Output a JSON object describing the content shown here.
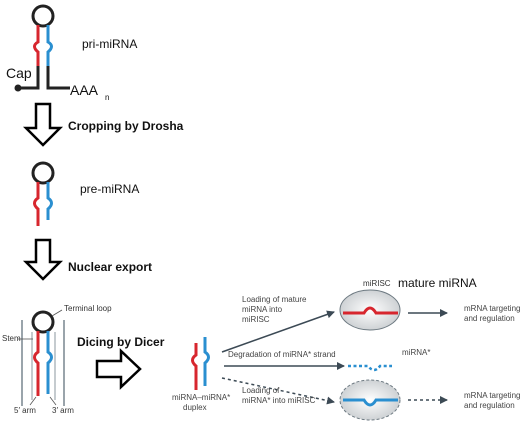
{
  "labels": {
    "pri_mirna": "pri-miRNA",
    "cap": "Cap",
    "poly_a": "AAA",
    "poly_a_sub": "n",
    "pre_mirna": "pre-miRNA",
    "terminal_loop": "Terminal loop",
    "stem": "Stem",
    "five_arm": "5′ arm",
    "three_arm": "3′ arm",
    "duplex_line1": "miRNA–miRNA*",
    "duplex_line2": "duplex",
    "mirisc": "miRISC",
    "mature_mirna": "mature miRNA",
    "mirna_star": "miRNA*"
  },
  "steps": {
    "cropping": "Cropping by Drosha",
    "export": "Nuclear export",
    "dicing": "Dicing by Dicer"
  },
  "pathways": {
    "loading_mature_l1": "Loading of mature",
    "loading_mature_l2": "miRNA into",
    "loading_mature_l3": "miRISC",
    "degradation": "Degradation of miRNA* strand",
    "loading_star_l1": "Loading of",
    "loading_star_l2": "miRNA* into miRISC",
    "outcome1_l1": "mRNA targeting",
    "outcome1_l2": "and regulation",
    "outcome2_l1": "mRNA targeting",
    "outcome2_l2": "and regulation"
  },
  "colors": {
    "strand_5p": "#d7262e",
    "strand_3p": "#2a8fd0",
    "loop": "#222222",
    "complex_fill": "#d4d7d9",
    "arrow": "#3c4a55"
  }
}
